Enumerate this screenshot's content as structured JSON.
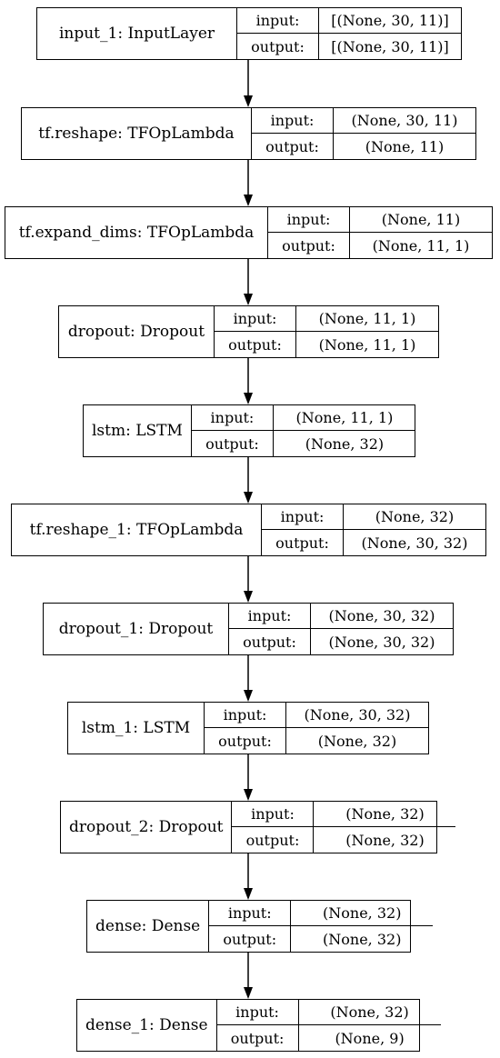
{
  "diagram": {
    "input_key": "input:",
    "output_key": "output:",
    "layers": [
      {
        "label": "input_1: InputLayer",
        "input": "[(None, 30, 11)]",
        "output": "[(None, 30, 11)]"
      },
      {
        "label": "tf.reshape: TFOpLambda",
        "input": "(None, 30, 11)",
        "output": "(None, 11)"
      },
      {
        "label": "tf.expand_dims: TFOpLambda",
        "input": "(None, 11)",
        "output": "(None, 11, 1)"
      },
      {
        "label": "dropout: Dropout",
        "input": "(None, 11, 1)",
        "output": "(None, 11, 1)"
      },
      {
        "label": "lstm: LSTM",
        "input": "(None, 11, 1)",
        "output": "(None, 32)"
      },
      {
        "label": "tf.reshape_1: TFOpLambda",
        "input": "(None, 32)",
        "output": "(None, 30, 32)"
      },
      {
        "label": "dropout_1: Dropout",
        "input": "(None, 30, 32)",
        "output": "(None, 30, 32)"
      },
      {
        "label": "lstm_1: LSTM",
        "input": "(None, 30, 32)",
        "output": "(None, 32)"
      },
      {
        "label": "dropout_2: Dropout",
        "input": "(None, 32)",
        "output": "(None, 32)"
      },
      {
        "label": "dense: Dense",
        "input": "(None, 32)",
        "output": "(None, 32)"
      },
      {
        "label": "dense_1: Dense",
        "input": "(None, 32)",
        "output": "(None, 9)"
      }
    ]
  }
}
